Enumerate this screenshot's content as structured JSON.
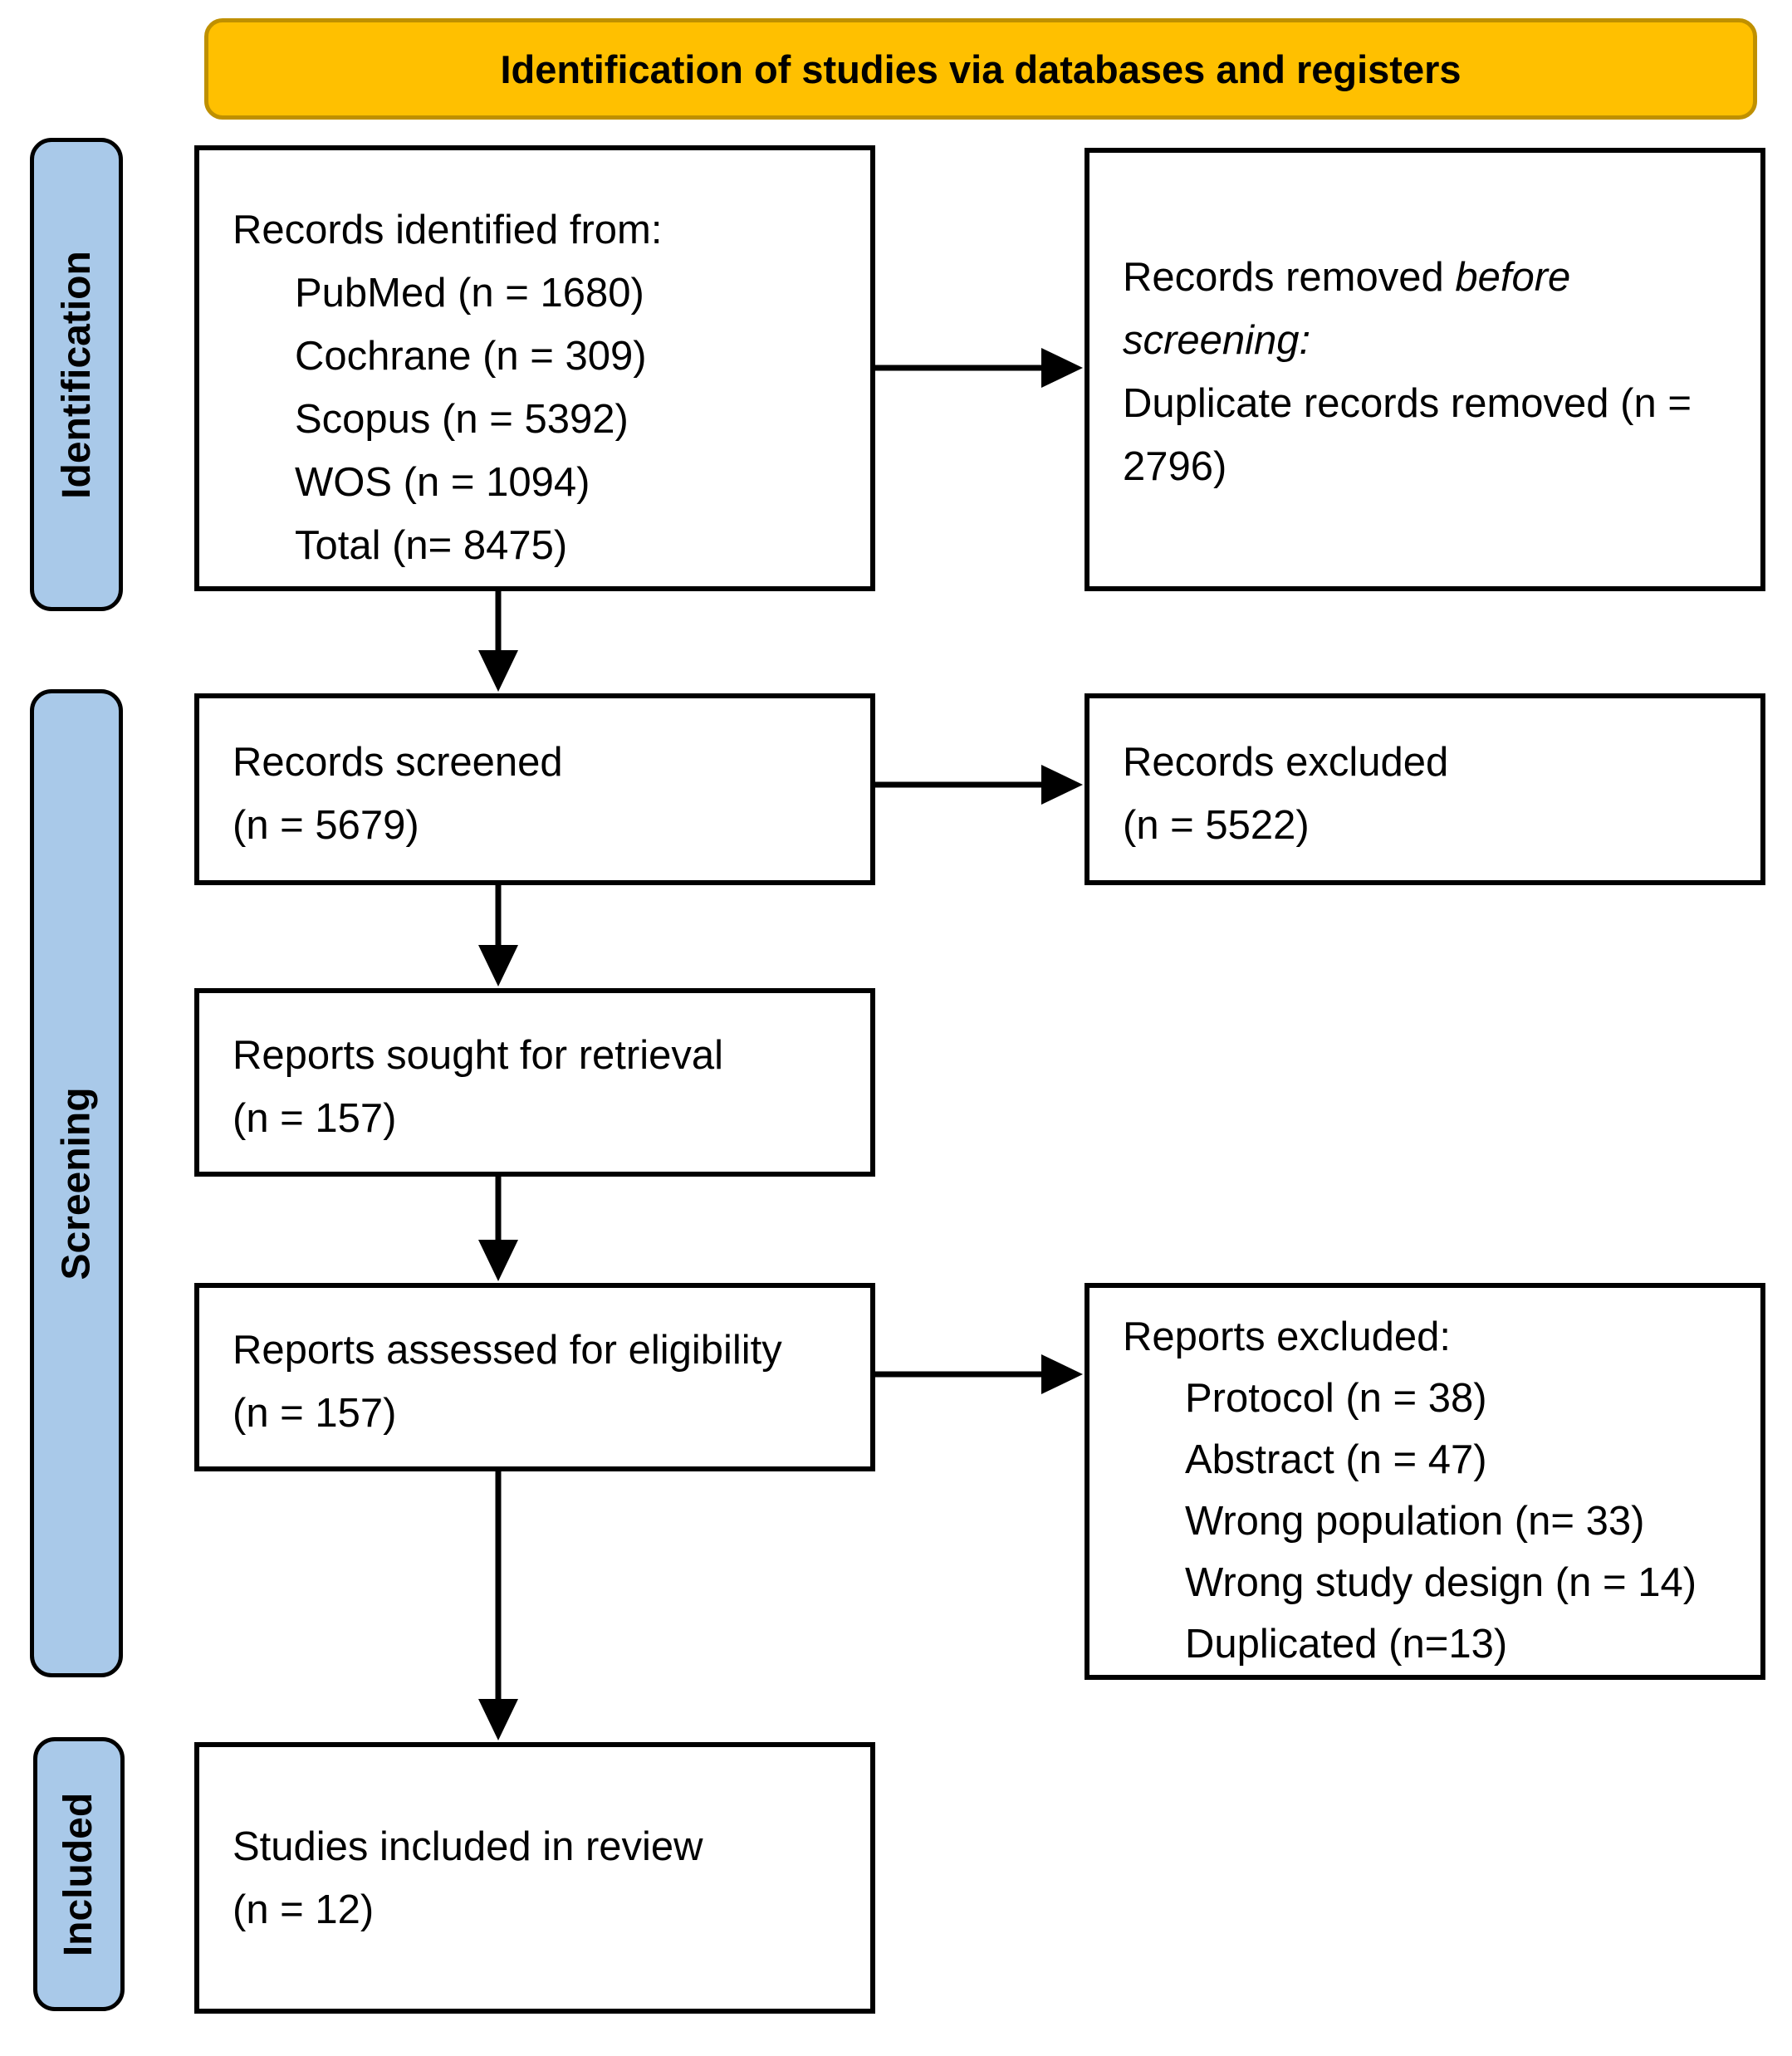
{
  "colors": {
    "banner_fill": "#FFC000",
    "banner_border": "#BF9000",
    "stage_fill": "#A9C9E9",
    "stage_border": "#000000",
    "box_border": "#000000",
    "arrow": "#000000",
    "text": "#000000"
  },
  "banner": {
    "title": "Identification of studies via databases and registers"
  },
  "stages": {
    "identification": "Identification",
    "screening": "Screening",
    "included": "Included"
  },
  "boxes": {
    "records_identified": {
      "heading": "Records identified from:",
      "items": [
        "PubMed (n = 1680)",
        "Cochrane (n = 309)",
        "Scopus (n = 5392)",
        "WOS (n = 1094)",
        "Total (n= 8475)"
      ]
    },
    "records_removed": {
      "prefix": "Records removed ",
      "italic": "before screening:",
      "detail": "Duplicate records removed (n = 2796)"
    },
    "records_screened": {
      "line1": "Records screened",
      "line2": "(n = 5679)"
    },
    "records_excluded": {
      "line1": "Records excluded",
      "line2": "(n = 5522)"
    },
    "reports_sought": {
      "line1": "Reports sought for retrieval",
      "line2": "(n = 157)"
    },
    "reports_assessed": {
      "line1": "Reports assessed for eligibility",
      "line2": "(n = 157)"
    },
    "reports_excluded": {
      "heading": "Reports excluded:",
      "items": [
        "Protocol (n = 38)",
        "Abstract (n = 47)",
        "Wrong population (n= 33)",
        "Wrong study design (n = 14)",
        "Duplicated (n=13)"
      ]
    },
    "studies_included": {
      "line1": "Studies included in review",
      "line2": "(n = 12)"
    }
  }
}
